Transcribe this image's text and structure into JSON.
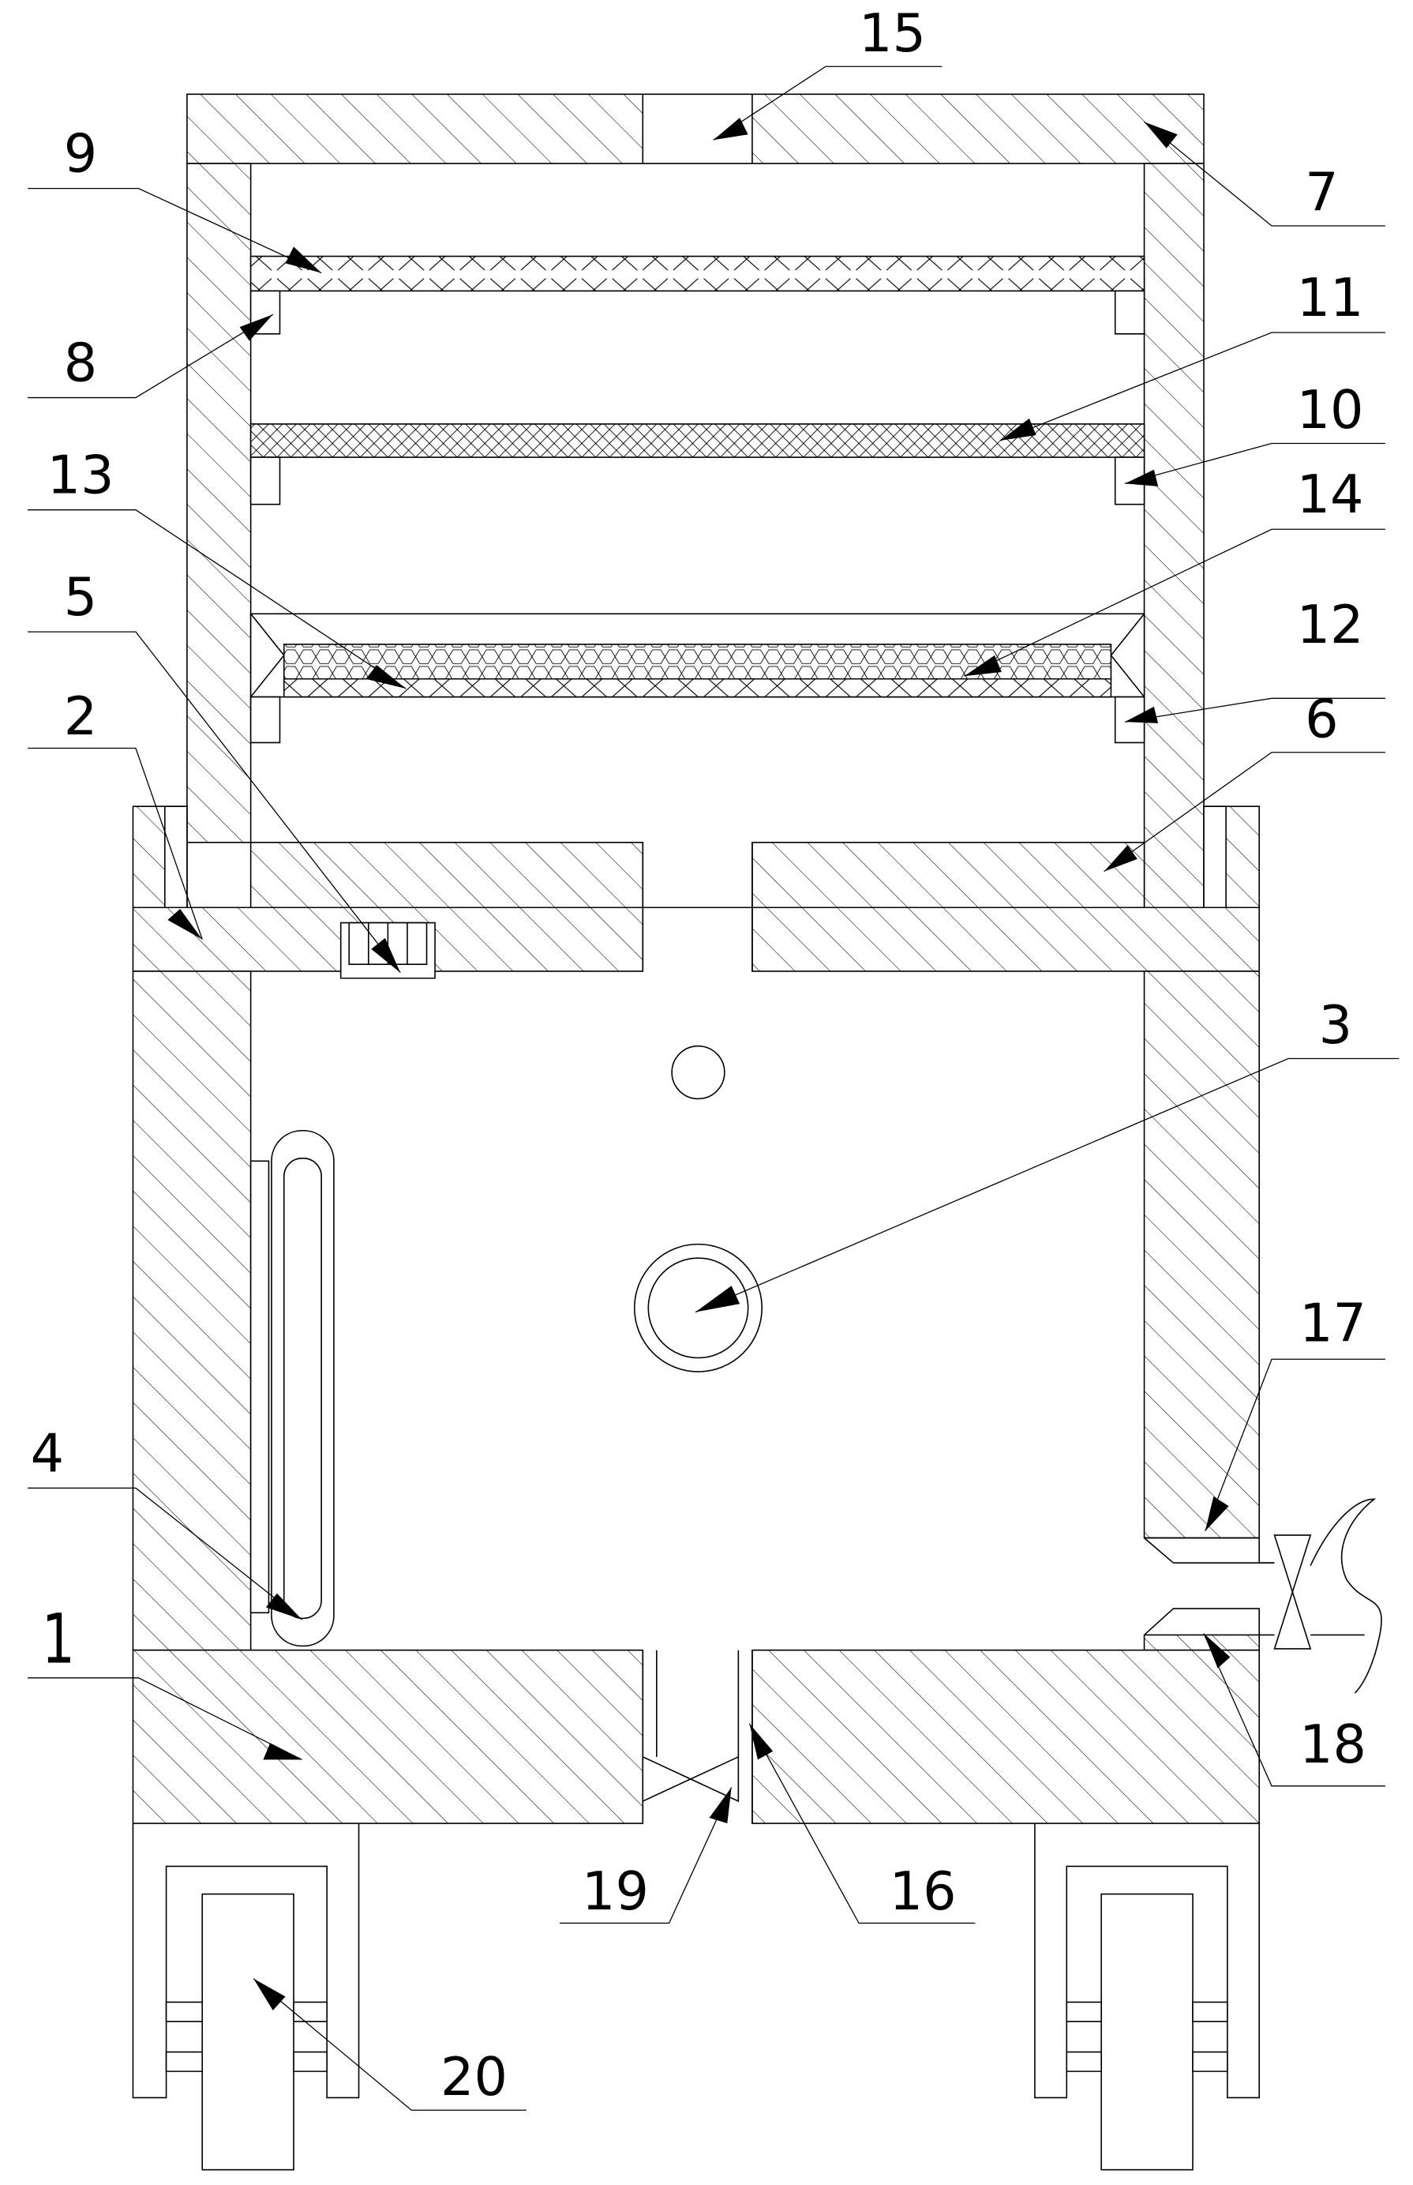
{
  "drawing": {
    "type": "patent-mechanical-section",
    "stroke_color": "#000000",
    "background_color": "#ffffff",
    "hatch": "diagonal-45"
  },
  "labels": [
    {
      "id": "l1",
      "text": "1"
    },
    {
      "id": "l2",
      "text": "2"
    },
    {
      "id": "l3",
      "text": "3"
    },
    {
      "id": "l4",
      "text": "4"
    },
    {
      "id": "l5",
      "text": "5"
    },
    {
      "id": "l6",
      "text": "6"
    },
    {
      "id": "l7",
      "text": "7"
    },
    {
      "id": "l8",
      "text": "8"
    },
    {
      "id": "l9",
      "text": "9"
    },
    {
      "id": "l10",
      "text": "10"
    },
    {
      "id": "l11",
      "text": "11"
    },
    {
      "id": "l12",
      "text": "12"
    },
    {
      "id": "l13",
      "text": "13"
    },
    {
      "id": "l14",
      "text": "14"
    },
    {
      "id": "l15",
      "text": "15"
    },
    {
      "id": "l16",
      "text": "16"
    },
    {
      "id": "l17",
      "text": "17"
    },
    {
      "id": "l18",
      "text": "18"
    },
    {
      "id": "l19",
      "text": "19"
    },
    {
      "id": "l20",
      "text": "20"
    }
  ]
}
